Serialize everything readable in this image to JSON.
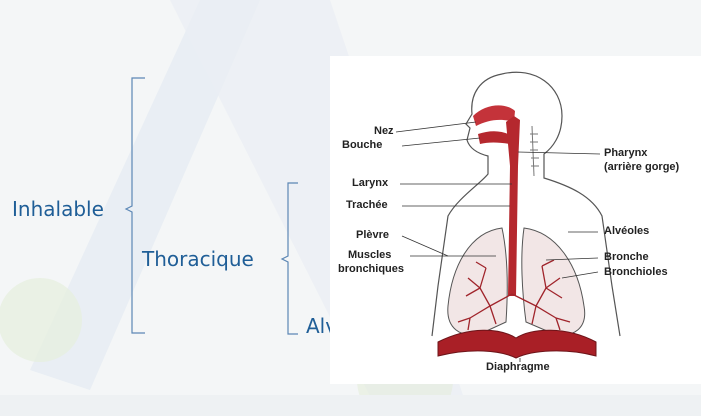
{
  "levels": {
    "inhalable": "Inhalable",
    "thoracique": "Thoracique",
    "alveolaire": "Alvéolaire"
  },
  "diagram": {
    "labels_left": {
      "nez": "Nez",
      "bouche": "Bouche",
      "larynx": "Larynx",
      "trachee": "Trachée",
      "plevre": "Plèvre",
      "muscles_1": "Muscles",
      "muscles_2": "bronchiques"
    },
    "labels_right": {
      "pharynx_1": "Pharynx",
      "pharynx_2": "(arrière gorge)",
      "alveoles": "Alvéoles",
      "bronche": "Bronche",
      "bronchioles": "Bronchioles"
    },
    "label_bottom": {
      "diaphragme": "Diaphragme"
    }
  },
  "colors": {
    "label_blue": "#1f5e97",
    "organ_red": "#b5282e",
    "organ_dark_red": "#8e1b22",
    "outline": "#444444"
  }
}
